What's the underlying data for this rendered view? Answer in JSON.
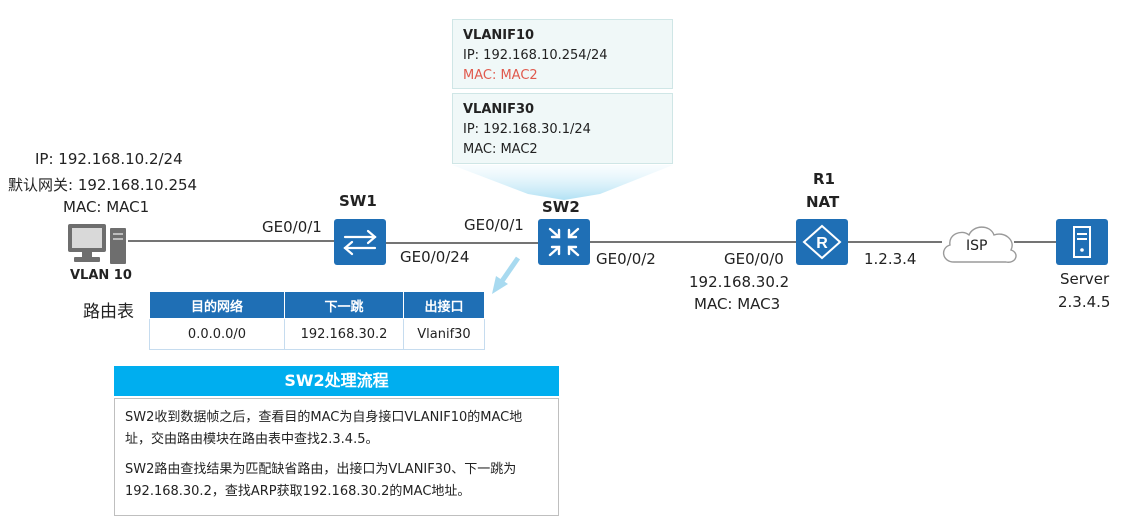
{
  "vlanif10": {
    "title": "VLANIF10",
    "ip": "IP: 192.168.10.254/24",
    "mac": "MAC: MAC2"
  },
  "vlanif30": {
    "title": "VLANIF30",
    "ip": "IP: 192.168.30.1/24",
    "mac": "MAC: MAC2"
  },
  "pc": {
    "ip": "IP: 192.168.10.2/24",
    "gateway": "默认网关: 192.168.10.254",
    "mac": "MAC: MAC1",
    "vlan": "VLAN 10"
  },
  "sw1": {
    "name": "SW1",
    "port_left": "GE0/0/1",
    "port_right": "GE0/0/24"
  },
  "sw2": {
    "name": "SW2",
    "port_left": "GE0/0/1",
    "port_right": "GE0/0/2"
  },
  "r1": {
    "name": "R1",
    "role": "NAT",
    "port": "GE0/0/0",
    "ip": "192.168.30.2",
    "mac": "MAC: MAC3",
    "wan_ip": "1.2.3.4"
  },
  "isp": {
    "label": "ISP"
  },
  "server": {
    "name": "Server",
    "ip": "2.3.4.5"
  },
  "route_table": {
    "caption": "路由表",
    "headers": [
      "目的网络",
      "下一跳",
      "出接口"
    ],
    "rows": [
      [
        "0.0.0.0/0",
        "192.168.30.2",
        "Vlanif30"
      ]
    ]
  },
  "flow": {
    "title": "SW2处理流程",
    "paragraphs": [
      "SW2收到数据帧之后，查看目的MAC为自身接口VLANIF10的MAC地址，交由路由模块在路由表中查找2.3.4.5。",
      "SW2路由查找结果为匹配缺省路由，出接口为VLANIF30、下一跳为192.168.30.2，查找ARP获取192.168.30.2的MAC地址。"
    ]
  },
  "colors": {
    "device_blue": "#1f6fb5",
    "header_cyan": "#00aeef",
    "mac_highlight": "#e05a4e",
    "box_bg": "#f0f8f8"
  }
}
